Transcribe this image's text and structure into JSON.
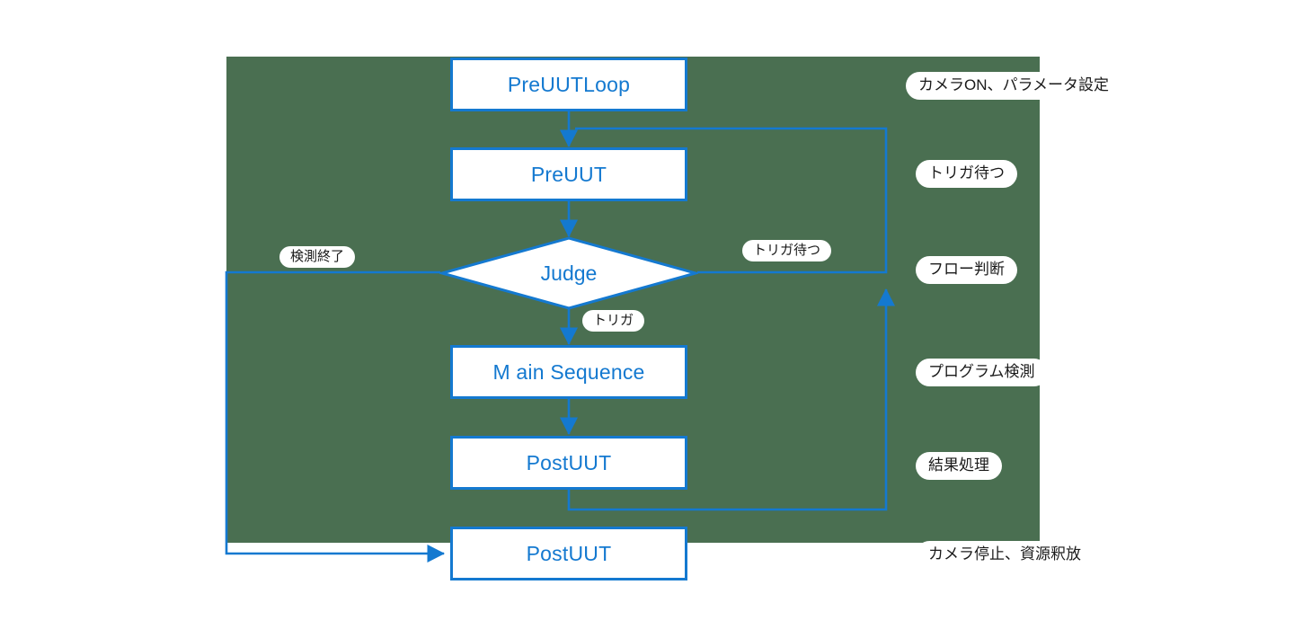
{
  "diagram": {
    "title": "UUT Test Sequence Flowchart",
    "colors": {
      "panel_background": "#4a6f51",
      "node_stroke": "#1479d0",
      "node_fill": "#ffffff",
      "node_text": "#1479d0",
      "label_text": "#1a1a1a",
      "page_background": "#ffffff"
    },
    "nodes": [
      {
        "id": "preuutloop",
        "label": "PreUUTLoop",
        "shape": "rect"
      },
      {
        "id": "preuut",
        "label": "PreUUT",
        "shape": "rect"
      },
      {
        "id": "judge",
        "label": "Judge",
        "shape": "diamond"
      },
      {
        "id": "mainsequence",
        "label": "M ain Sequence",
        "shape": "rect"
      },
      {
        "id": "postuut1",
        "label": "PostUUT",
        "shape": "rect"
      },
      {
        "id": "postuut2",
        "label": "PostUUT",
        "shape": "rect"
      }
    ],
    "edge_labels": [
      {
        "id": "judge-left",
        "label": "検測終了"
      },
      {
        "id": "judge-right",
        "label": "トリガ待つ"
      },
      {
        "id": "judge-down",
        "label": "トリガ"
      }
    ],
    "side_notes": [
      {
        "id": "note-preuutloop",
        "label": "カメラON、パラメータ設定"
      },
      {
        "id": "note-preuut",
        "label": "トリガ待つ"
      },
      {
        "id": "note-judge",
        "label": "フロー判断"
      },
      {
        "id": "note-mainsequence",
        "label": "プログラム検測"
      },
      {
        "id": "note-postuut1",
        "label": "結果処理"
      },
      {
        "id": "note-postuut2",
        "label": "カメラ停止、資源釈放"
      }
    ]
  }
}
